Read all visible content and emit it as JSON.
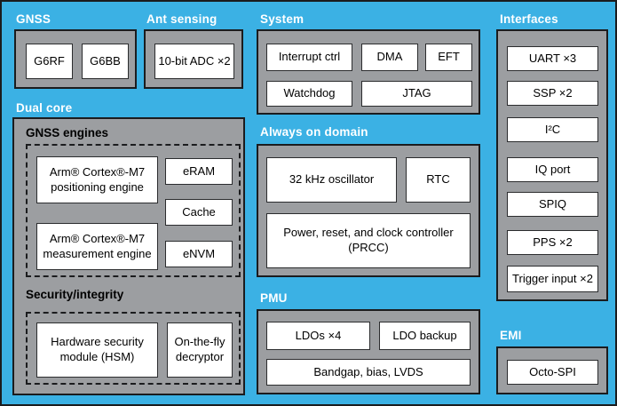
{
  "colors": {
    "background": "#3BB1E4",
    "panel": "#9C9EA1",
    "box": "#FFFFFF",
    "line": "#1B1C1E",
    "label": "#FFFFFF",
    "text": "#000000"
  },
  "sections": {
    "gnss": {
      "label": "GNSS",
      "boxes": [
        "G6RF",
        "G6BB"
      ]
    },
    "ant_sensing": {
      "label": "Ant sensing",
      "boxes": [
        "10-bit ADC ×2"
      ]
    },
    "system": {
      "label": "System",
      "boxes": [
        "Interrupt ctrl",
        "DMA",
        "EFT",
        "Watchdog",
        "JTAG"
      ]
    },
    "interfaces": {
      "label": "Interfaces",
      "boxes": [
        "UART ×3",
        "SSP ×2",
        "I²C",
        "IQ port",
        "SPIQ",
        "PPS ×2",
        "Trigger input ×2"
      ]
    },
    "dual_core": {
      "label": "Dual core",
      "gnss_engines": {
        "heading": "GNSS engines",
        "positioning_engine": {
          "line1": "Arm® Cortex®-M7",
          "line2": "positioning engine"
        },
        "measurement_engine": {
          "line1": "Arm® Cortex®-M7",
          "line2": "measurement engine"
        },
        "memories": [
          "eRAM",
          "Cache",
          "eNVM"
        ]
      },
      "security": {
        "heading": "Security/integrity",
        "hsm": {
          "line1": "Hardware security",
          "line2": "module (HSM)"
        },
        "decryptor": {
          "line1": "On-the-fly",
          "line2": "decryptor"
        }
      }
    },
    "always_on": {
      "label": "Always on domain",
      "boxes": [
        "32 kHz oscillator",
        "RTC"
      ],
      "prcc": {
        "line1": "Power, reset, and clock controller",
        "line2": "(PRCC)"
      }
    },
    "pmu": {
      "label": "PMU",
      "boxes": [
        "LDOs ×4",
        "LDO backup",
        "Bandgap, bias, LVDS"
      ]
    },
    "emi": {
      "label": "EMI",
      "boxes": [
        "Octo-SPI"
      ]
    }
  }
}
